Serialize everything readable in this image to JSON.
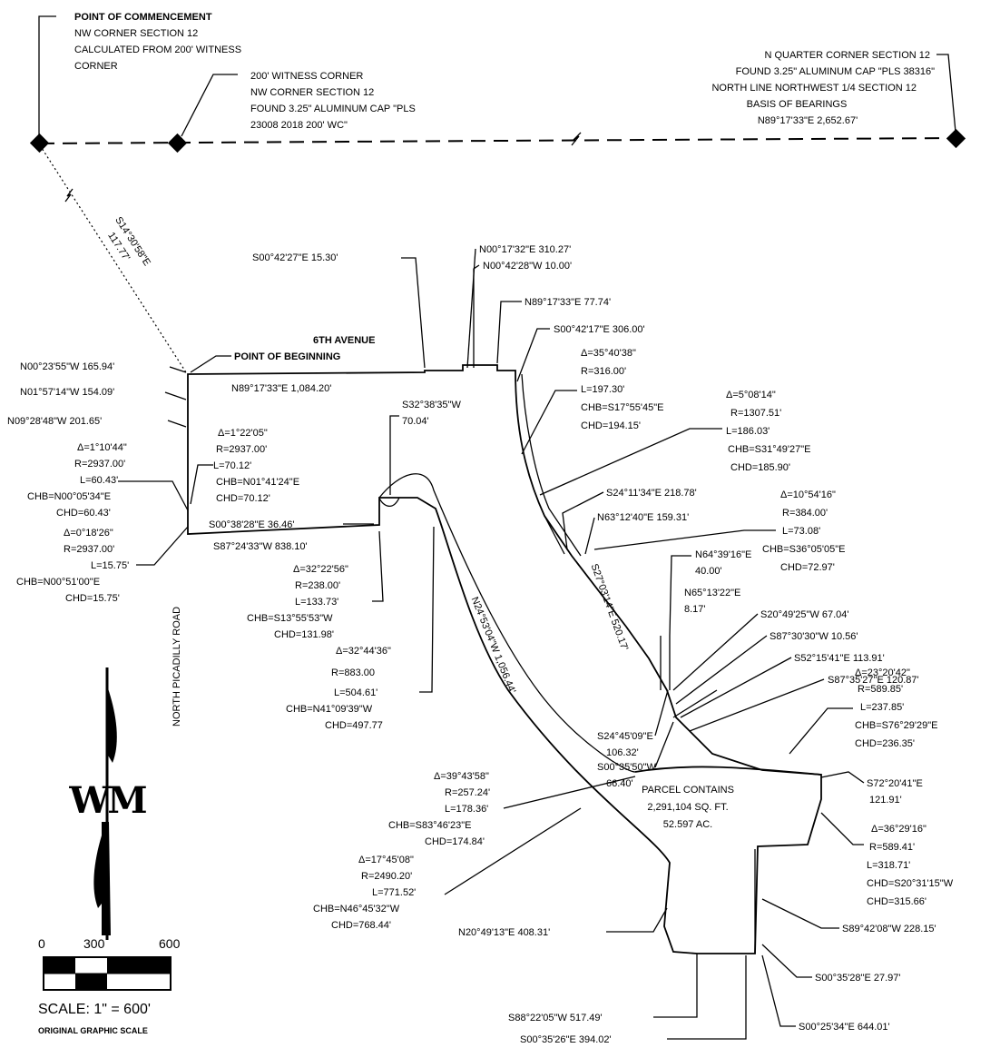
{
  "commencement": {
    "title": "POINT OF COMMENCEMENT",
    "line1": "NW CORNER SECTION 12",
    "line2": "CALCULATED FROM 200' WITNESS",
    "line3": "CORNER"
  },
  "witness": {
    "line1": "200' WITNESS CORNER",
    "line2": "NW CORNER SECTION 12",
    "line3": "FOUND 3.25\" ALUMINUM CAP \"PLS",
    "line4": "23008 2018 200' WC\""
  },
  "quarter_corner": {
    "line1": "N QUARTER CORNER SECTION 12",
    "line2": "FOUND 3.25\" ALUMINUM CAP \"PLS 38316\"",
    "line3": "NORTH LINE NORTHWEST 1/4 SECTION 12",
    "line4": "BASIS OF BEARINGS",
    "line5": "N89°17'33\"E 2,652.67'"
  },
  "tie_line": {
    "bearing": "S14°30'58\"E",
    "distance": "117.77'"
  },
  "road_name": "6TH AVENUE",
  "point_of_beginning": "POINT OF BEGINNING",
  "street_west": "NORTH PICADILLY ROAD",
  "calls": {
    "c01": "S00°42'27\"E 15.30'",
    "c02": "N00°17'32\"E 310.27'",
    "c03": "N00°42'28\"W 10.00'",
    "c04": "N89°17'33\"E 77.74'",
    "c05": "S00°42'17\"E 306.00'",
    "c06": "N89°17'33\"E 1,084.20'",
    "c07": "N00°23'55\"W 165.94'",
    "c08": "N01°57'14\"W 154.09'",
    "c09": "N09°28'48\"W 201.65'",
    "c10a": "S32°38'35\"W",
    "c10b": "70.04'",
    "c11": "S00°38'28\"E 36.46'",
    "c12": "S87°24'33\"W 838.10'",
    "c13": "S24°11'34\"E 218.78'",
    "c14": "N63°12'40\"E 159.31'",
    "c15a": "N64°39'16\"E",
    "c15b": "40.00'",
    "c16a": "N65°13'22\"E",
    "c16b": "8.17'",
    "c17": "S20°49'25\"W 67.04'",
    "c18": "S87°30'30\"W 10.56'",
    "c19": "S52°15'41\"E 113.91'",
    "c20": "S87°35'27\"E 120.87'",
    "c21a": "S24°45'09\"E",
    "c21b": "106.32'",
    "c22a": "S00°35'50\"W",
    "c22b": "66.40'",
    "c23a": "S72°20'41\"E",
    "c23b": "121.91'",
    "c24": "N20°49'13\"E 408.31'",
    "c25": "S89°42'08\"W 228.15'",
    "c26": "S00°35'28\"E 27.97'",
    "c27": "S88°22'05\"W 517.49'",
    "c28": "S00°35'26\"E 394.02'",
    "c29": "S00°25'34\"E 644.01'",
    "c30": "N24°53'04\"W 1,056.44'",
    "c31": "S27°03'14\"E 520.17'"
  },
  "curves": {
    "cv1": [
      "Δ=1°22'05\"",
      "R=2937.00'",
      "L=70.12'",
      "CHB=N01°41'24\"E",
      "CHD=70.12'"
    ],
    "cv2": [
      "Δ=1°10'44\"",
      "R=2937.00'",
      "L=60.43'",
      "CHB=N00°05'34\"E",
      "CHD=60.43'"
    ],
    "cv3": [
      "Δ=0°18'26\"",
      "R=2937.00'",
      "L=15.75'",
      "CHB=N00°51'00\"E",
      "CHD=15.75'"
    ],
    "cv4": [
      "Δ=32°22'56\"",
      "R=238.00'",
      "L=133.73'",
      "CHB=S13°55'53\"W",
      "CHD=131.98'"
    ],
    "cv5": [
      "Δ=32°44'36\"",
      "R=883.00",
      "L=504.61'",
      "CHB=N41°09'39\"W",
      "CHD=497.77"
    ],
    "cv6": [
      "Δ=35°40'38\"",
      "R=316.00'",
      "L=197.30'",
      "CHB=S17°55'45\"E",
      "CHD=194.15'"
    ],
    "cv7": [
      "Δ=5°08'14\"",
      "R=1307.51'",
      "L=186.03'",
      "CHB=S31°49'27\"E",
      "CHD=185.90'"
    ],
    "cv8": [
      "Δ=10°54'16\"",
      "R=384.00'",
      "L=73.08'",
      "CHB=S36°05'05\"E",
      "CHD=72.97'"
    ],
    "cv9": [
      "Δ=23°20'42\"",
      "R=589.85'",
      "L=237.85'",
      "CHB=S76°29'29\"E",
      "CHD=236.35'"
    ],
    "cv10": [
      "Δ=39°43'58\"",
      "R=257.24'",
      "L=178.36'",
      "CHB=S83°46'23\"E",
      "CHD=174.84'"
    ],
    "cv11": [
      "Δ=17°45'08\"",
      "R=2490.20'",
      "L=771.52'",
      "CHB=N46°45'32\"W",
      "CHD=768.44'"
    ],
    "cv12": [
      "Δ=36°29'16\"",
      "R=589.41'",
      "L=318.71'",
      "CHD=S20°31'15\"W",
      "CHD=315.66'"
    ]
  },
  "parcel": {
    "line1": "PARCEL CONTAINS",
    "line2": "2,291,104 SQ. FT.",
    "line3": "52.597 AC."
  },
  "logo_text": "WM",
  "scale": {
    "tick0": "0",
    "tick1": "300",
    "tick2": "600",
    "label": "SCALE: 1\" = 600'",
    "note": "ORIGINAL GRAPHIC SCALE"
  }
}
